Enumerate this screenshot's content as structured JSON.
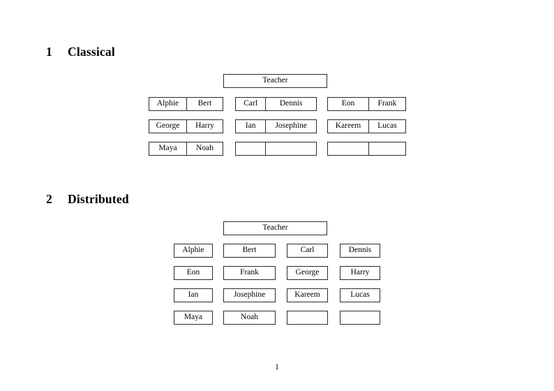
{
  "document": {
    "page_number": "1"
  },
  "sections": [
    {
      "number": "1",
      "title": "Classical",
      "teacher_label": "Teacher",
      "layout": "three-groups-of-paired-cells",
      "groups": [
        {
          "name": "left-group",
          "rows": [
            {
              "cells": [
                "Alphie",
                "Bert"
              ]
            },
            {
              "cells": [
                "George",
                "Harry"
              ]
            },
            {
              "cells": [
                "Maya",
                "Noah"
              ]
            }
          ]
        },
        {
          "name": "middle-group",
          "rows": [
            {
              "cells": [
                "Carl",
                "Dennis"
              ]
            },
            {
              "cells": [
                "Ian",
                "Josephine"
              ]
            },
            {
              "cells": [
                "",
                ""
              ]
            }
          ]
        },
        {
          "name": "right-group",
          "rows": [
            {
              "cells": [
                "Eon",
                "Frank"
              ]
            },
            {
              "cells": [
                "Kareem",
                "Lucas"
              ]
            },
            {
              "cells": [
                "",
                ""
              ]
            }
          ]
        }
      ]
    },
    {
      "number": "2",
      "title": "Distributed",
      "teacher_label": "Teacher",
      "layout": "four-columns-of-single-cells",
      "rows": [
        {
          "cells": [
            "Alphie",
            "Bert",
            "Carl",
            "Dennis"
          ]
        },
        {
          "cells": [
            "Eon",
            "Frank",
            "George",
            "Harry"
          ]
        },
        {
          "cells": [
            "Ian",
            "Josephine",
            "Kareem",
            "Lucas"
          ]
        },
        {
          "cells": [
            "Maya",
            "Noah",
            "",
            ""
          ]
        }
      ]
    }
  ],
  "colors": {
    "page_background": "#ffffff",
    "text": "#000000",
    "box_border": "#2b2b2b"
  }
}
